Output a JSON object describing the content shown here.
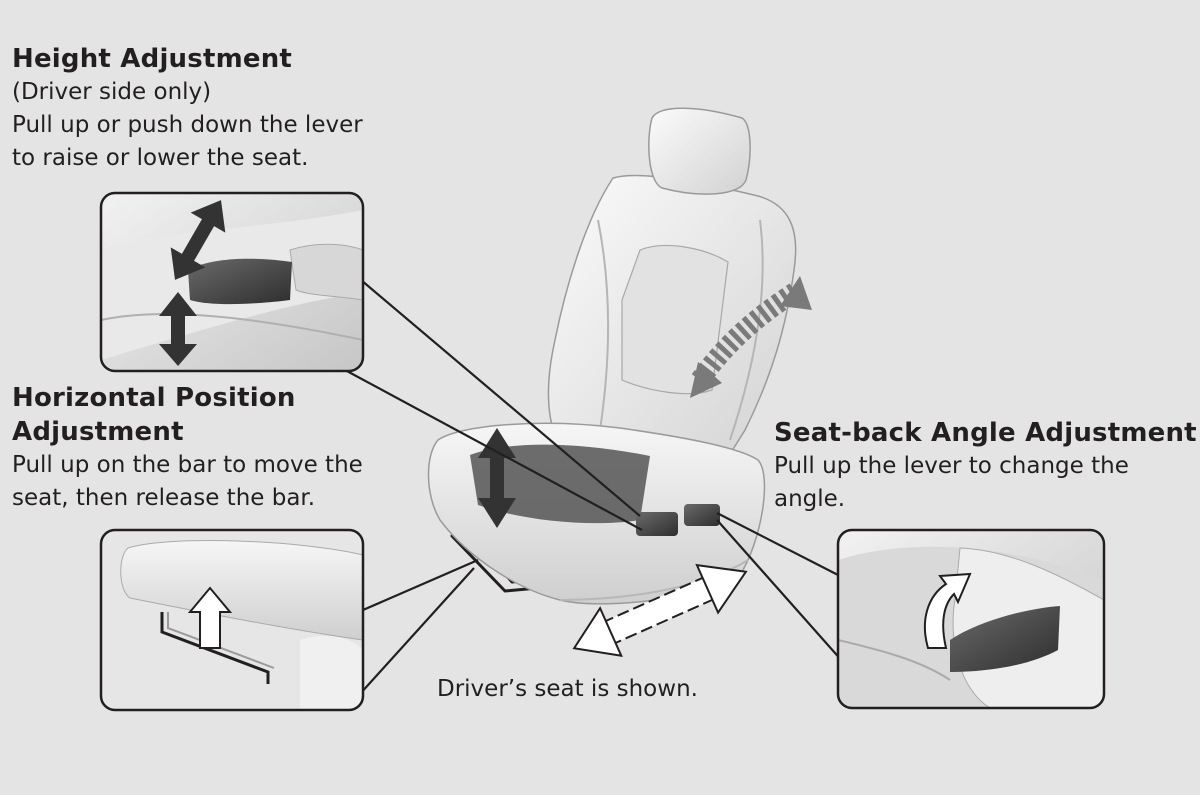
{
  "height_adjustment": {
    "title": "Height Adjustment",
    "note": "(Driver side only)",
    "line1": "Pull up or push down the lever",
    "line2": "to raise or lower the seat."
  },
  "horizontal_adjustment": {
    "title_line1": "Horizontal Position",
    "title_line2": "Adjustment",
    "line1": "Pull up on the bar to move the",
    "line2": "seat, then release the bar."
  },
  "seatback_adjustment": {
    "title": "Seat-back Angle Adjustment",
    "line1": "Pull up the lever to change the",
    "line2": "angle."
  },
  "caption": "Driver’s seat is shown.",
  "colors": {
    "background": "#e4e4e4",
    "seat_light": "#f4f4f4",
    "seat_shade": "#c9c9c9",
    "dark_shading": "#4a4a4a",
    "outline": "#231f20"
  }
}
